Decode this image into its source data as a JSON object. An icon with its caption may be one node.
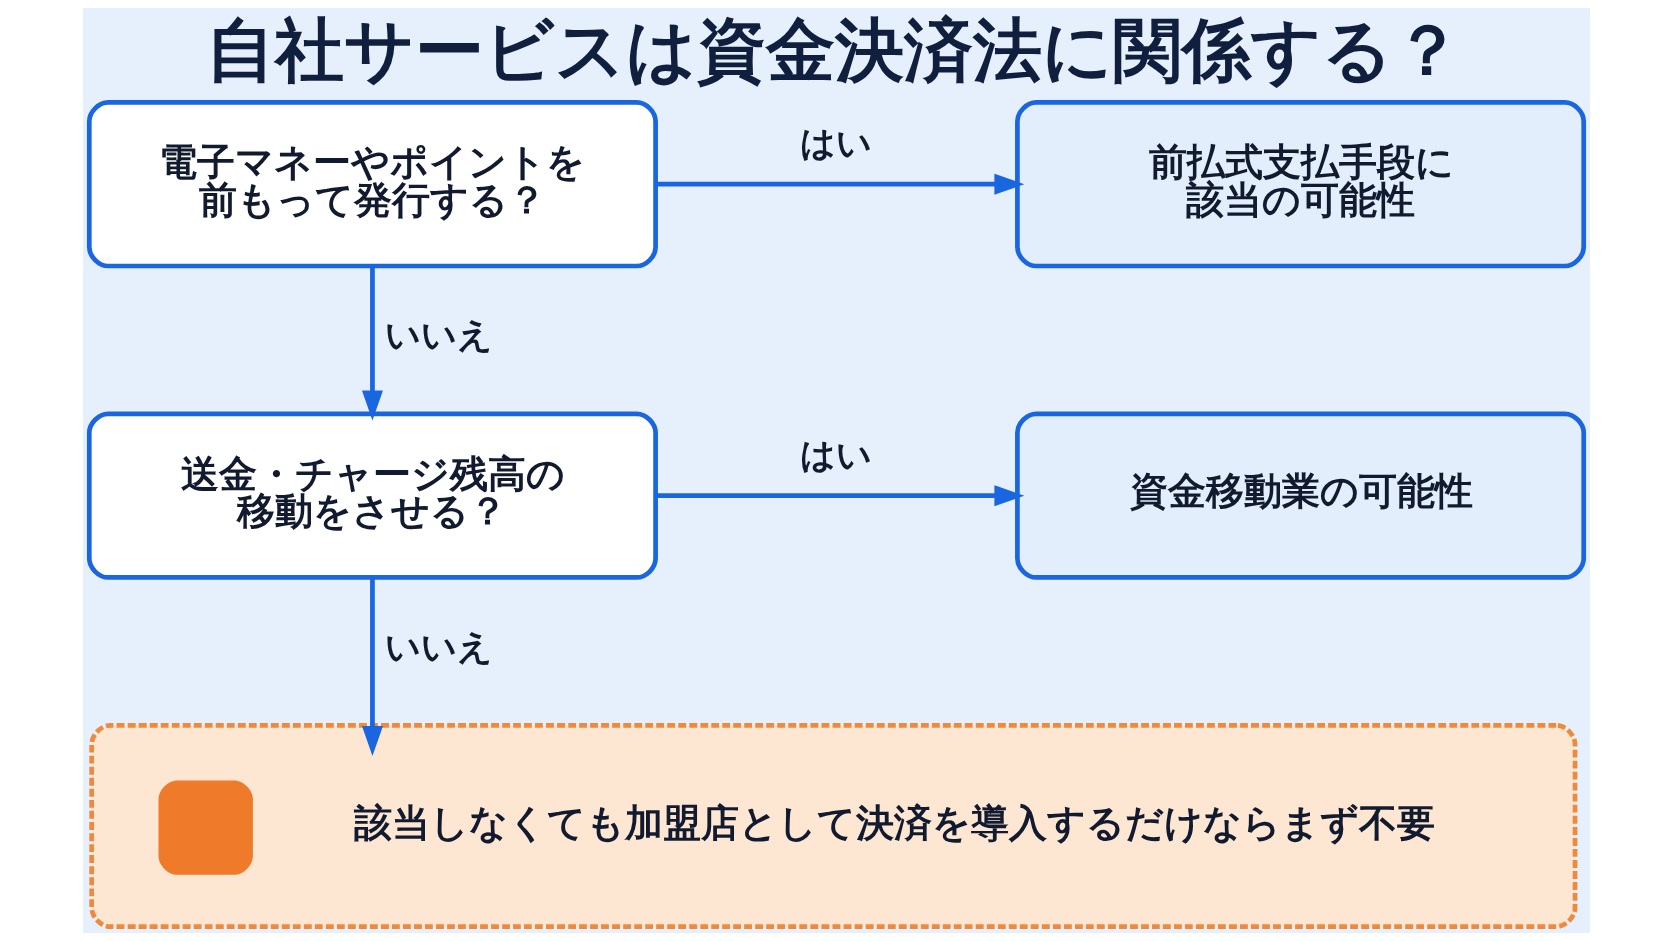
{
  "diagram": {
    "title": "自社サービスは資金決済法に関係する？",
    "nodes": [
      {
        "text": [
          "電子マネーやポイントを前もって発行する？"
        ]
      },
      {
        "text": [
          "前払式支払手段に該当の可能性"
        ]
      },
      {
        "text": [
          "送金・チャージ残高の移動をさせる？"
        ]
      },
      {
        "text": [
          "資金移動業の可能性"
        ]
      },
      {
        "text": [
          "該当しなくても加盟店として決済を導入するだけならまず不要"
        ]
      }
    ],
    "edges": [
      {
        "from": 0,
        "to": 1,
        "arrow": "to",
        "label": "はい"
      },
      {
        "from": 0,
        "to": 2,
        "arrow": "to",
        "label": "いいえ"
      },
      {
        "from": 2,
        "to": 3,
        "arrow": "to",
        "label": "はい"
      },
      {
        "from": 2,
        "to": 4,
        "arrow": "to",
        "label": "いいえ"
      }
    ]
  }
}
